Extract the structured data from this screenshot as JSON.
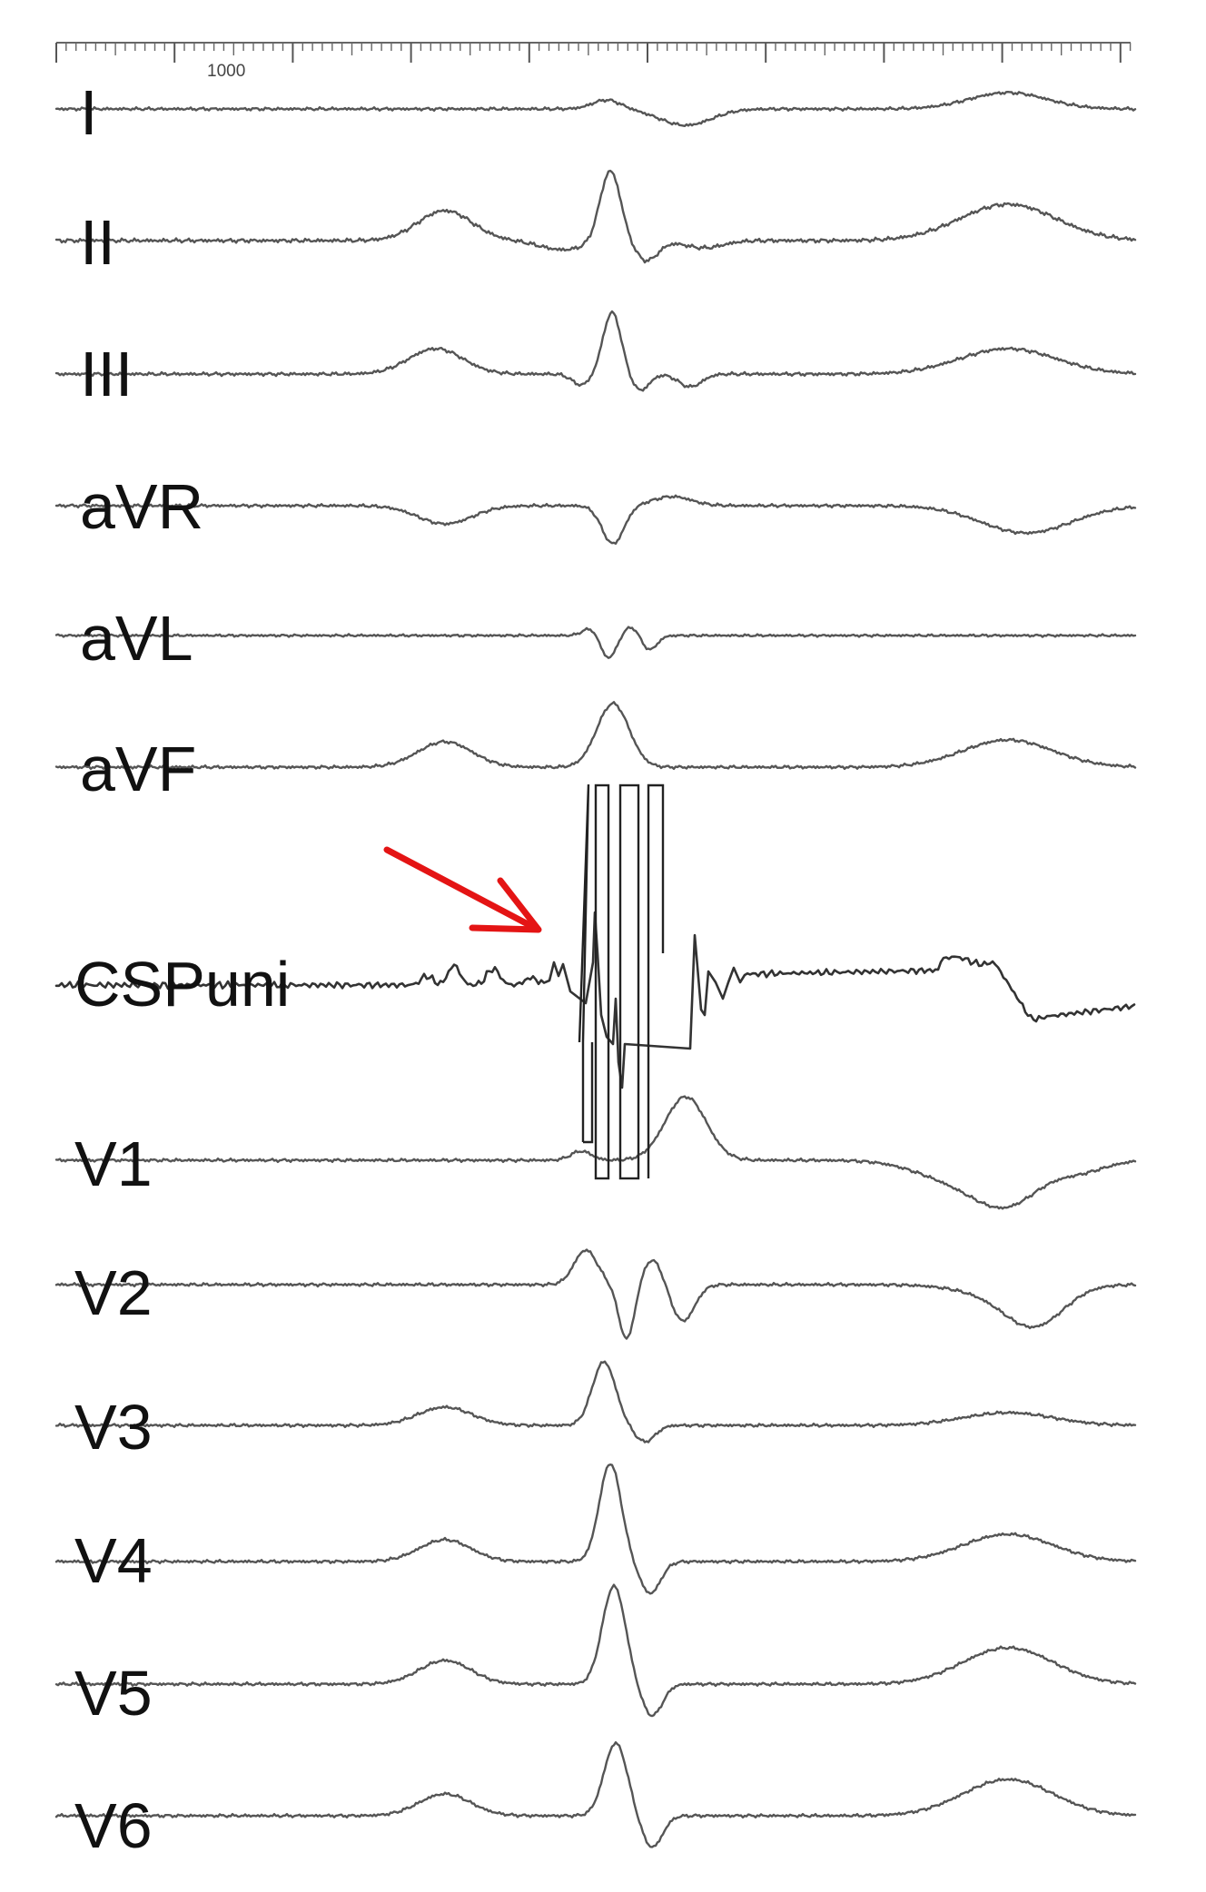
{
  "chart_data": {
    "type": "line",
    "time_scale": {
      "marker_label": "1000"
    },
    "leads": [
      {
        "name": "I",
        "kind": "surface"
      },
      {
        "name": "II",
        "kind": "surface"
      },
      {
        "name": "III",
        "kind": "surface"
      },
      {
        "name": "aVR",
        "kind": "surface"
      },
      {
        "name": "aVL",
        "kind": "surface"
      },
      {
        "name": "aVF",
        "kind": "surface"
      },
      {
        "name": "CSPuni",
        "kind": "intracardiac"
      },
      {
        "name": "V1",
        "kind": "surface"
      },
      {
        "name": "V2",
        "kind": "surface"
      },
      {
        "name": "V3",
        "kind": "surface"
      },
      {
        "name": "V4",
        "kind": "surface"
      },
      {
        "name": "V5",
        "kind": "surface"
      },
      {
        "name": "V6",
        "kind": "surface"
      }
    ],
    "annotations": [
      {
        "type": "arrow",
        "color": "#e41414",
        "target_lead": "CSPuni"
      }
    ],
    "colors": {
      "trace": "#555555",
      "arrow": "#e41414",
      "label": "#111111"
    }
  }
}
